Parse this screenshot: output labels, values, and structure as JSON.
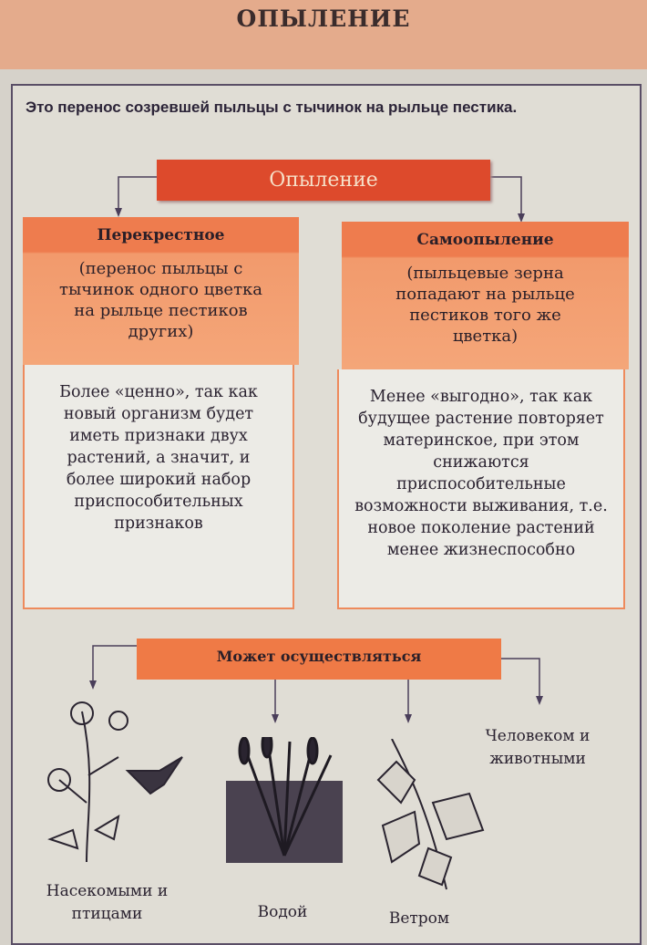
{
  "title": "ОПЫЛЕНИЕ",
  "intro": "Это перенос созревшей пыльцы с тычинок на рыльце пестика.",
  "main_box": "Опыление",
  "cross": {
    "title": "Перекрестное",
    "definition": "(перенос пыльцы с тычинок одного цветка на рыльце пестиков других)",
    "note": "Более «ценно», так как новый организм будет иметь признаки двух растений, а значит, и более широкий набор приспособительных признаков"
  },
  "self": {
    "title": "Самоопыление",
    "definition": "(пыльцевые зерна попадают на рыльце пестиков того же цветка)",
    "note": "Менее «выгодно», так как будущее растение повторяет материнское, при этом снижаются приспособительные возможности выживания, т.е. новое поколение растений менее жизнеспособно"
  },
  "agents_box": "Может осуществляться",
  "agents": [
    "Насекомыми и птицами",
    "Водой",
    "Ветром",
    "Человеком и животными"
  ]
}
